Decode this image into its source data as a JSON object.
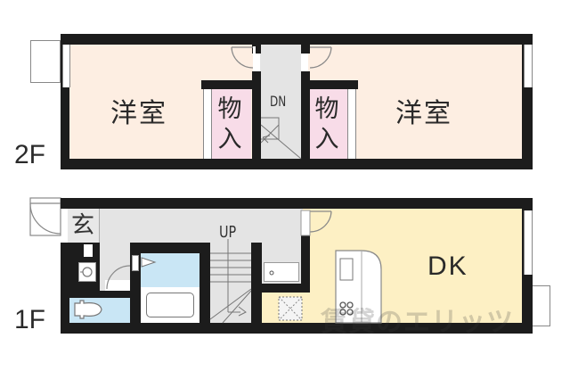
{
  "floors": [
    {
      "id": "2F",
      "label": "2F",
      "rooms": [
        {
          "name": "western-room-left",
          "label": "洋室",
          "color": "#fdeee2"
        },
        {
          "name": "storage-left",
          "label_top": "物",
          "label_bottom": "入",
          "color": "#f8dce8"
        },
        {
          "name": "stair-hall",
          "label": "DN",
          "color": "#e4e4e4"
        },
        {
          "name": "storage-right",
          "label_top": "物",
          "label_bottom": "入",
          "color": "#f8dce8"
        },
        {
          "name": "western-room-right",
          "label": "洋室",
          "color": "#fdeee2"
        }
      ]
    },
    {
      "id": "1F",
      "label": "1F",
      "rooms": [
        {
          "name": "entrance",
          "label": "玄",
          "color": "#e4e4e4"
        },
        {
          "name": "hallway",
          "label": "UP",
          "color": "#e4e4e4"
        },
        {
          "name": "bathroom",
          "color": "#c9e6f5"
        },
        {
          "name": "toilet",
          "color": "#c9e6f5"
        },
        {
          "name": "dining-kitchen",
          "label": "DK",
          "color": "#fdf0c4"
        }
      ]
    }
  ],
  "watermark": "賃貸のエリッツ",
  "colors": {
    "wall": "#1c1c1c",
    "western_room": "#fdeee2",
    "storage": "#f8dce8",
    "hall": "#e4e4e4",
    "wet_area": "#c9e6f5",
    "dk": "#fdf0c4"
  }
}
